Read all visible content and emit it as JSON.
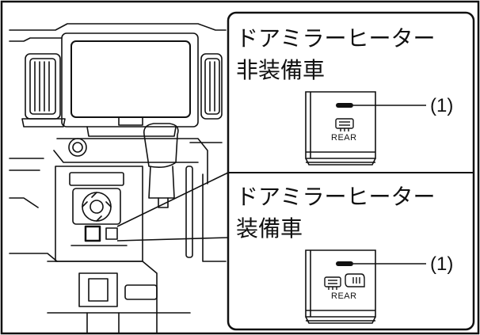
{
  "panels": {
    "top": {
      "title_line1": "ドアミラーヒーター",
      "title_line2": "非装備車",
      "callout": "(1)",
      "switch_label": "REAR"
    },
    "bottom": {
      "title_line1": "ドアミラーヒーター",
      "title_line2": "装備車",
      "callout": "(1)",
      "switch_label": "REAR"
    }
  },
  "colors": {
    "line": "#111111",
    "background": "#ffffff"
  },
  "icons": [
    "rear-defogger-icon",
    "mirror-heater-icon",
    "indicator-lamp"
  ]
}
